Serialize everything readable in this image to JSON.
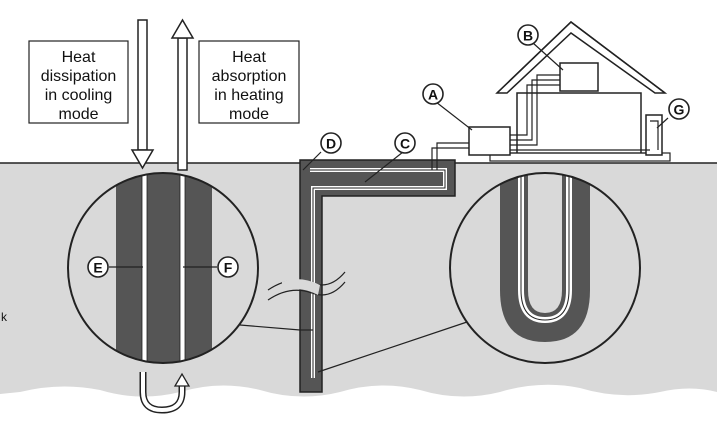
{
  "labels": {
    "cooling": [
      "Heat",
      "dissipation",
      "in cooling",
      "mode"
    ],
    "heating": [
      "Heat",
      "absorption",
      "in heating",
      "mode"
    ]
  },
  "callouts": {
    "a": "A",
    "b": "B",
    "c": "C",
    "d": "D",
    "e": "E",
    "f": "F",
    "g": "G"
  },
  "edge_text": "k",
  "colors": {
    "ground": "#d9d9d9",
    "pipe_dark": "#555555",
    "line": "#222222",
    "white": "#ffffff"
  }
}
